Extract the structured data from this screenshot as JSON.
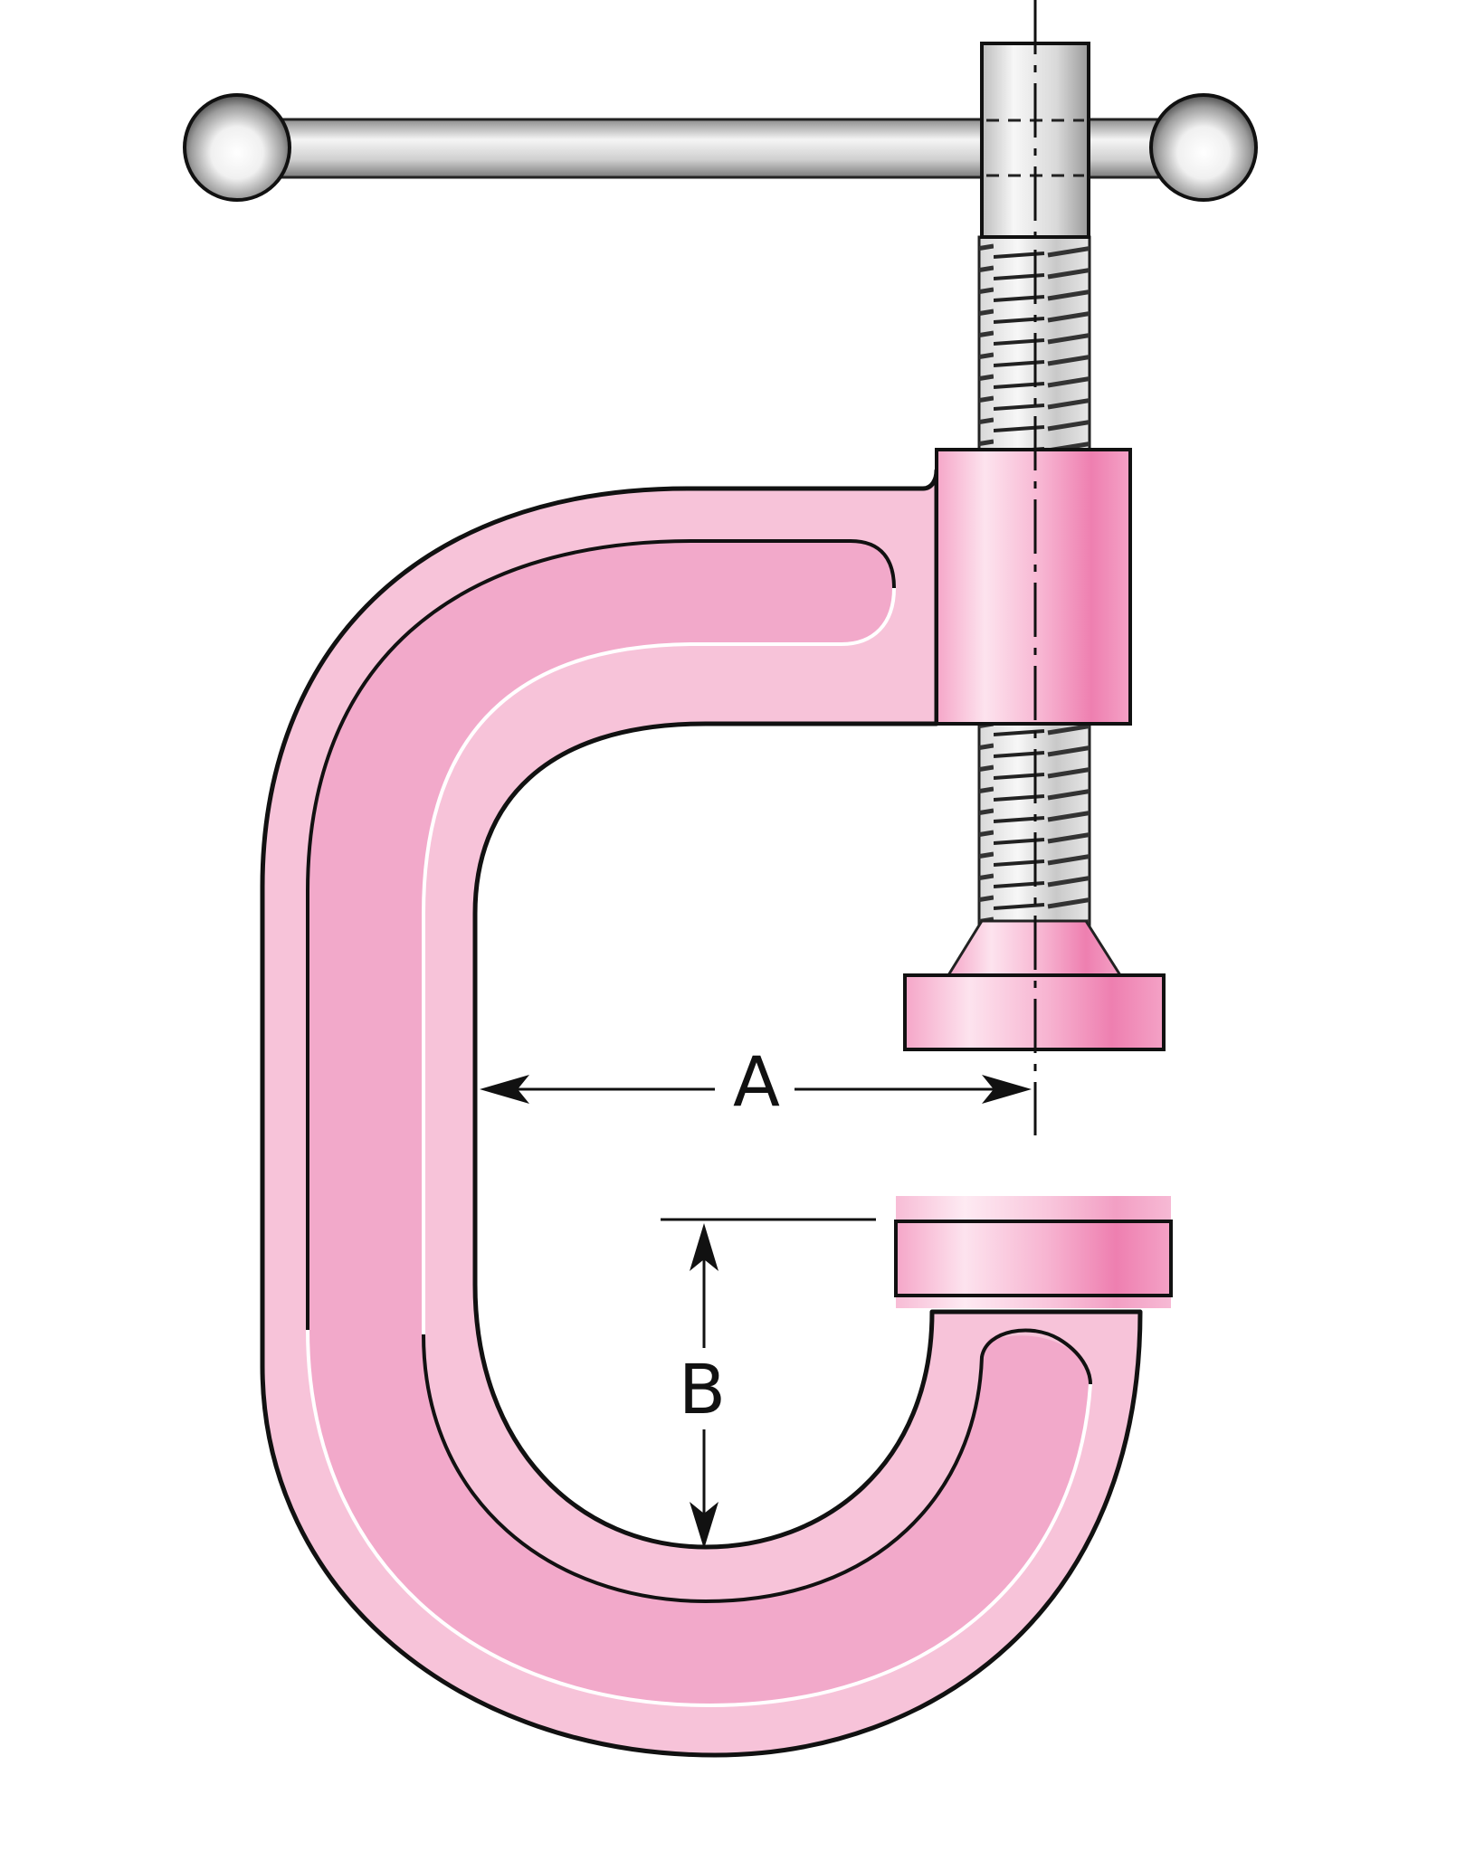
{
  "diagram": {
    "subject": "c-clamp",
    "labels": {
      "dimension_a": "A",
      "dimension_b": "B"
    }
  },
  "colors": {
    "frame_pink": "#f7c3d9",
    "frame_inner_pink": "#f2a9ca",
    "bright_pink": "#ef84b3",
    "steel_light": "#f4f4f4",
    "steel_mid": "#cfcfcf",
    "steel_dark": "#8a8a8a",
    "outline": "#111111"
  }
}
